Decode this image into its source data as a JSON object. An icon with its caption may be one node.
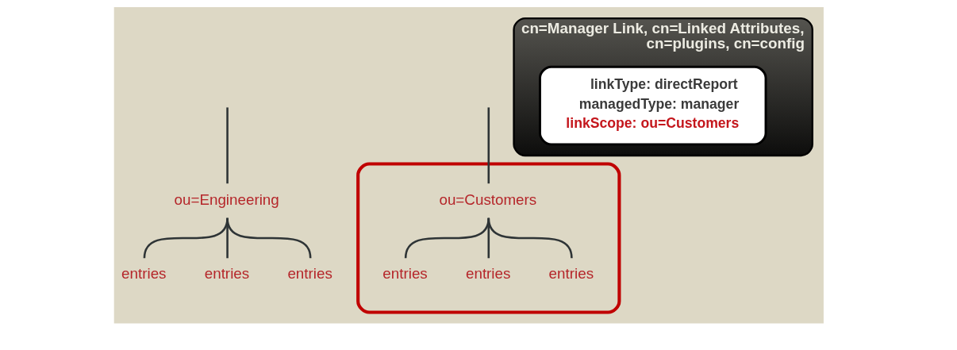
{
  "diagram": {
    "nodes": [
      {
        "text": [
          "ou=Engineering"
        ]
      },
      {
        "text": [
          "entries"
        ]
      },
      {
        "text": [
          "entries"
        ]
      },
      {
        "text": [
          "entries"
        ]
      },
      {
        "text": [],
        "shape": "ellipse"
      },
      {
        "text": [
          "ou=Customers"
        ],
        "in": 4
      },
      {
        "text": [
          "entries"
        ],
        "in": 4
      },
      {
        "text": [
          "entries"
        ],
        "in": 4
      },
      {
        "text": [
          "entries"
        ],
        "in": 4
      },
      {
        "text": [
          "cn=Manager Link, cn=Linked Attributes, cn=plugins, cn=config"
        ]
      },
      {
        "text": [
          "linkType: directReport",
          "managedType: manager",
          "linkScope: ou=Customers"
        ],
        "in": 9
      }
    ],
    "edges": [
      {
        "from": null,
        "to": 0,
        "arrow": "none"
      },
      {
        "from": null,
        "to": 5,
        "arrow": "none"
      },
      {
        "from": 0,
        "to": 1,
        "arrow": "none"
      },
      {
        "from": 0,
        "to": 2,
        "arrow": "none"
      },
      {
        "from": 0,
        "to": 3,
        "arrow": "none"
      },
      {
        "from": 5,
        "to": 6,
        "arrow": "none"
      },
      {
        "from": 5,
        "to": 7,
        "arrow": "none"
      },
      {
        "from": 5,
        "to": 8,
        "arrow": "none"
      }
    ]
  }
}
